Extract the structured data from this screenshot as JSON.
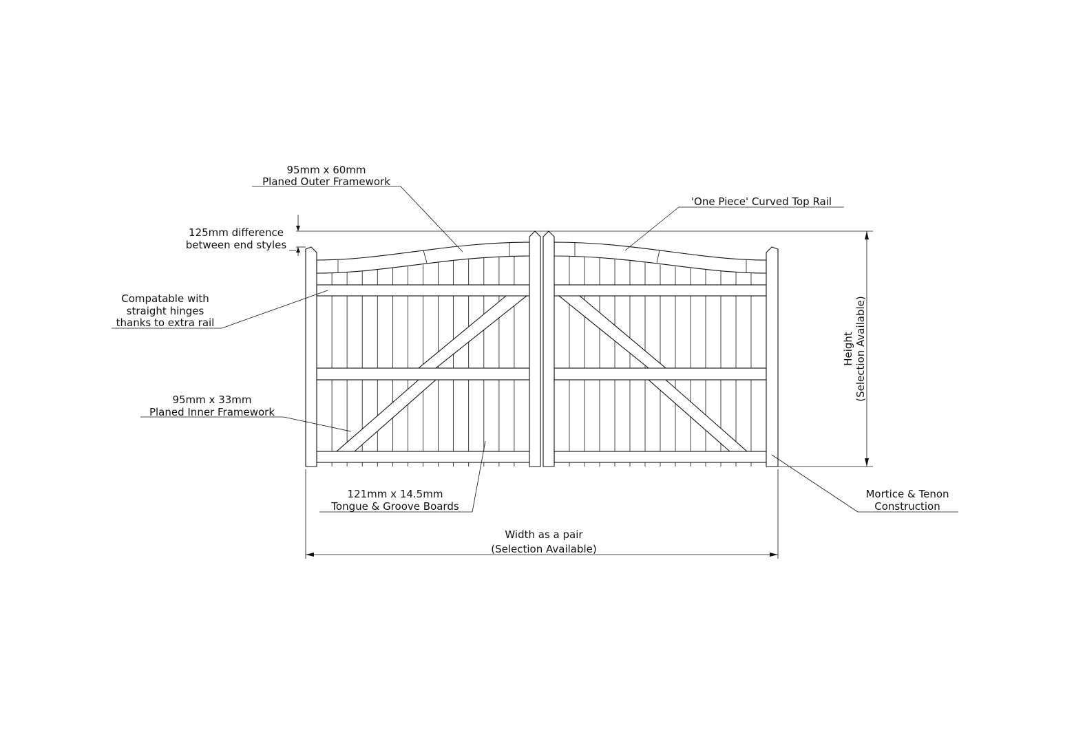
{
  "labels": {
    "outer_line1": "95mm x 60mm",
    "outer_line2": "Planed Outer Framework",
    "diff_line1": "125mm difference",
    "diff_line2": "between end styles",
    "hinge_line1": "Compatable with",
    "hinge_line2": "straight hinges",
    "hinge_line3": "thanks to extra rail",
    "inner_line1": "95mm x 33mm",
    "inner_line2": "Planed Inner Framework",
    "boards_line1": "121mm x 14.5mm",
    "boards_line2": "Tongue & Groove Boards",
    "toprail": "'One Piece' Curved Top Rail",
    "mortice_line1": "Mortice & Tenon",
    "mortice_line2": "Construction",
    "width_line1": "Width as a pair",
    "width_line2": "(Selection Available)",
    "height_line1": "Height",
    "height_line2": "(Selection Available)"
  }
}
